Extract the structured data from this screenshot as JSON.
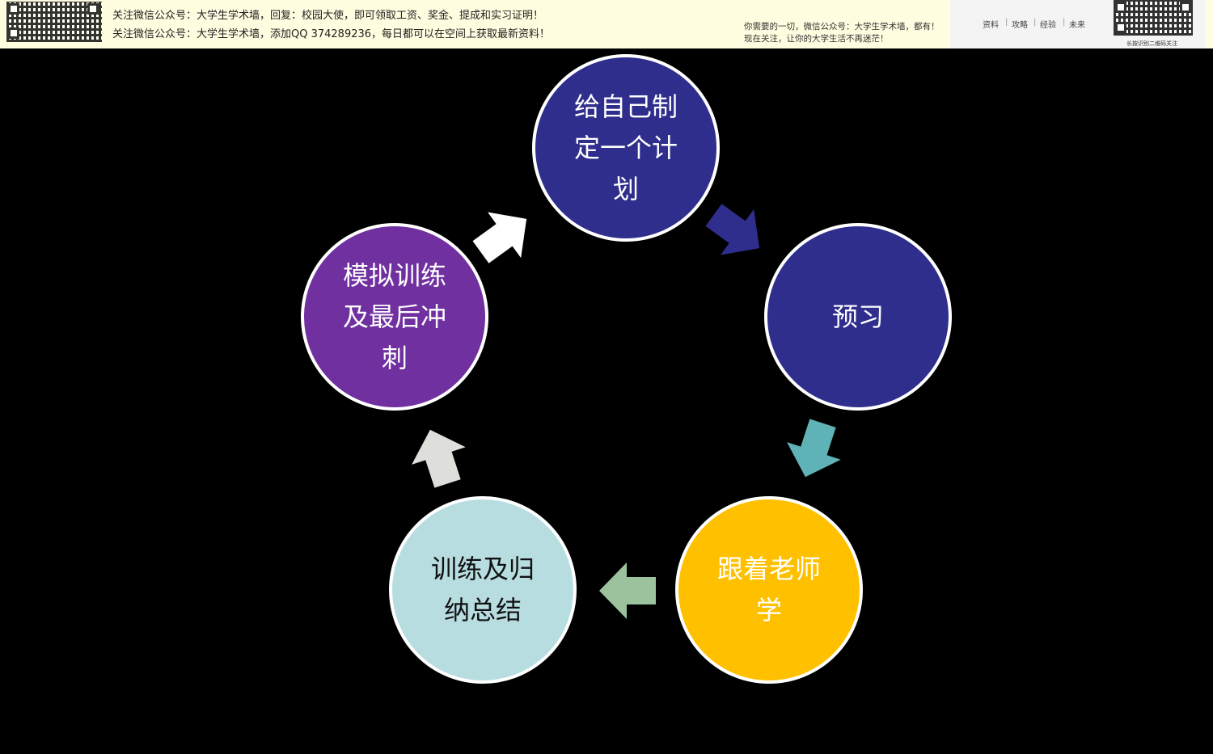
{
  "banner": {
    "line1": "关注微信公众号：大学生学术墙，回复：校园大使，即可领取工资、奖金、提成和实习证明！",
    "line2": "关注微信公众号：大学生学术墙，添加QQ 374289236，每日都可以在空间上获取最新资料！",
    "right_line1": "你需要的一切，微信公众号：大学生学术墙，都有！",
    "right_line2": "现在关注，让你的大学生活不再迷茫！",
    "nav": [
      "资料",
      "攻略",
      "经验",
      "未来"
    ],
    "scan_note": "长按识别二维码关注"
  },
  "cycle": {
    "steps": [
      {
        "label": "给自己制定一个计划",
        "color": "#2f2e8c"
      },
      {
        "label": "预习",
        "color": "#2f2e8c"
      },
      {
        "label": "跟着老师学",
        "color": "#ffc000"
      },
      {
        "label": "训练及归纳总结",
        "color": "#b8dde1"
      },
      {
        "label": "模拟训练及最后冲刺",
        "color": "#7030a0"
      }
    ],
    "arrow_colors": [
      "#2f2e8c",
      "#5fb2b6",
      "#9bc29d",
      "#dededa",
      "#ffffff"
    ]
  }
}
